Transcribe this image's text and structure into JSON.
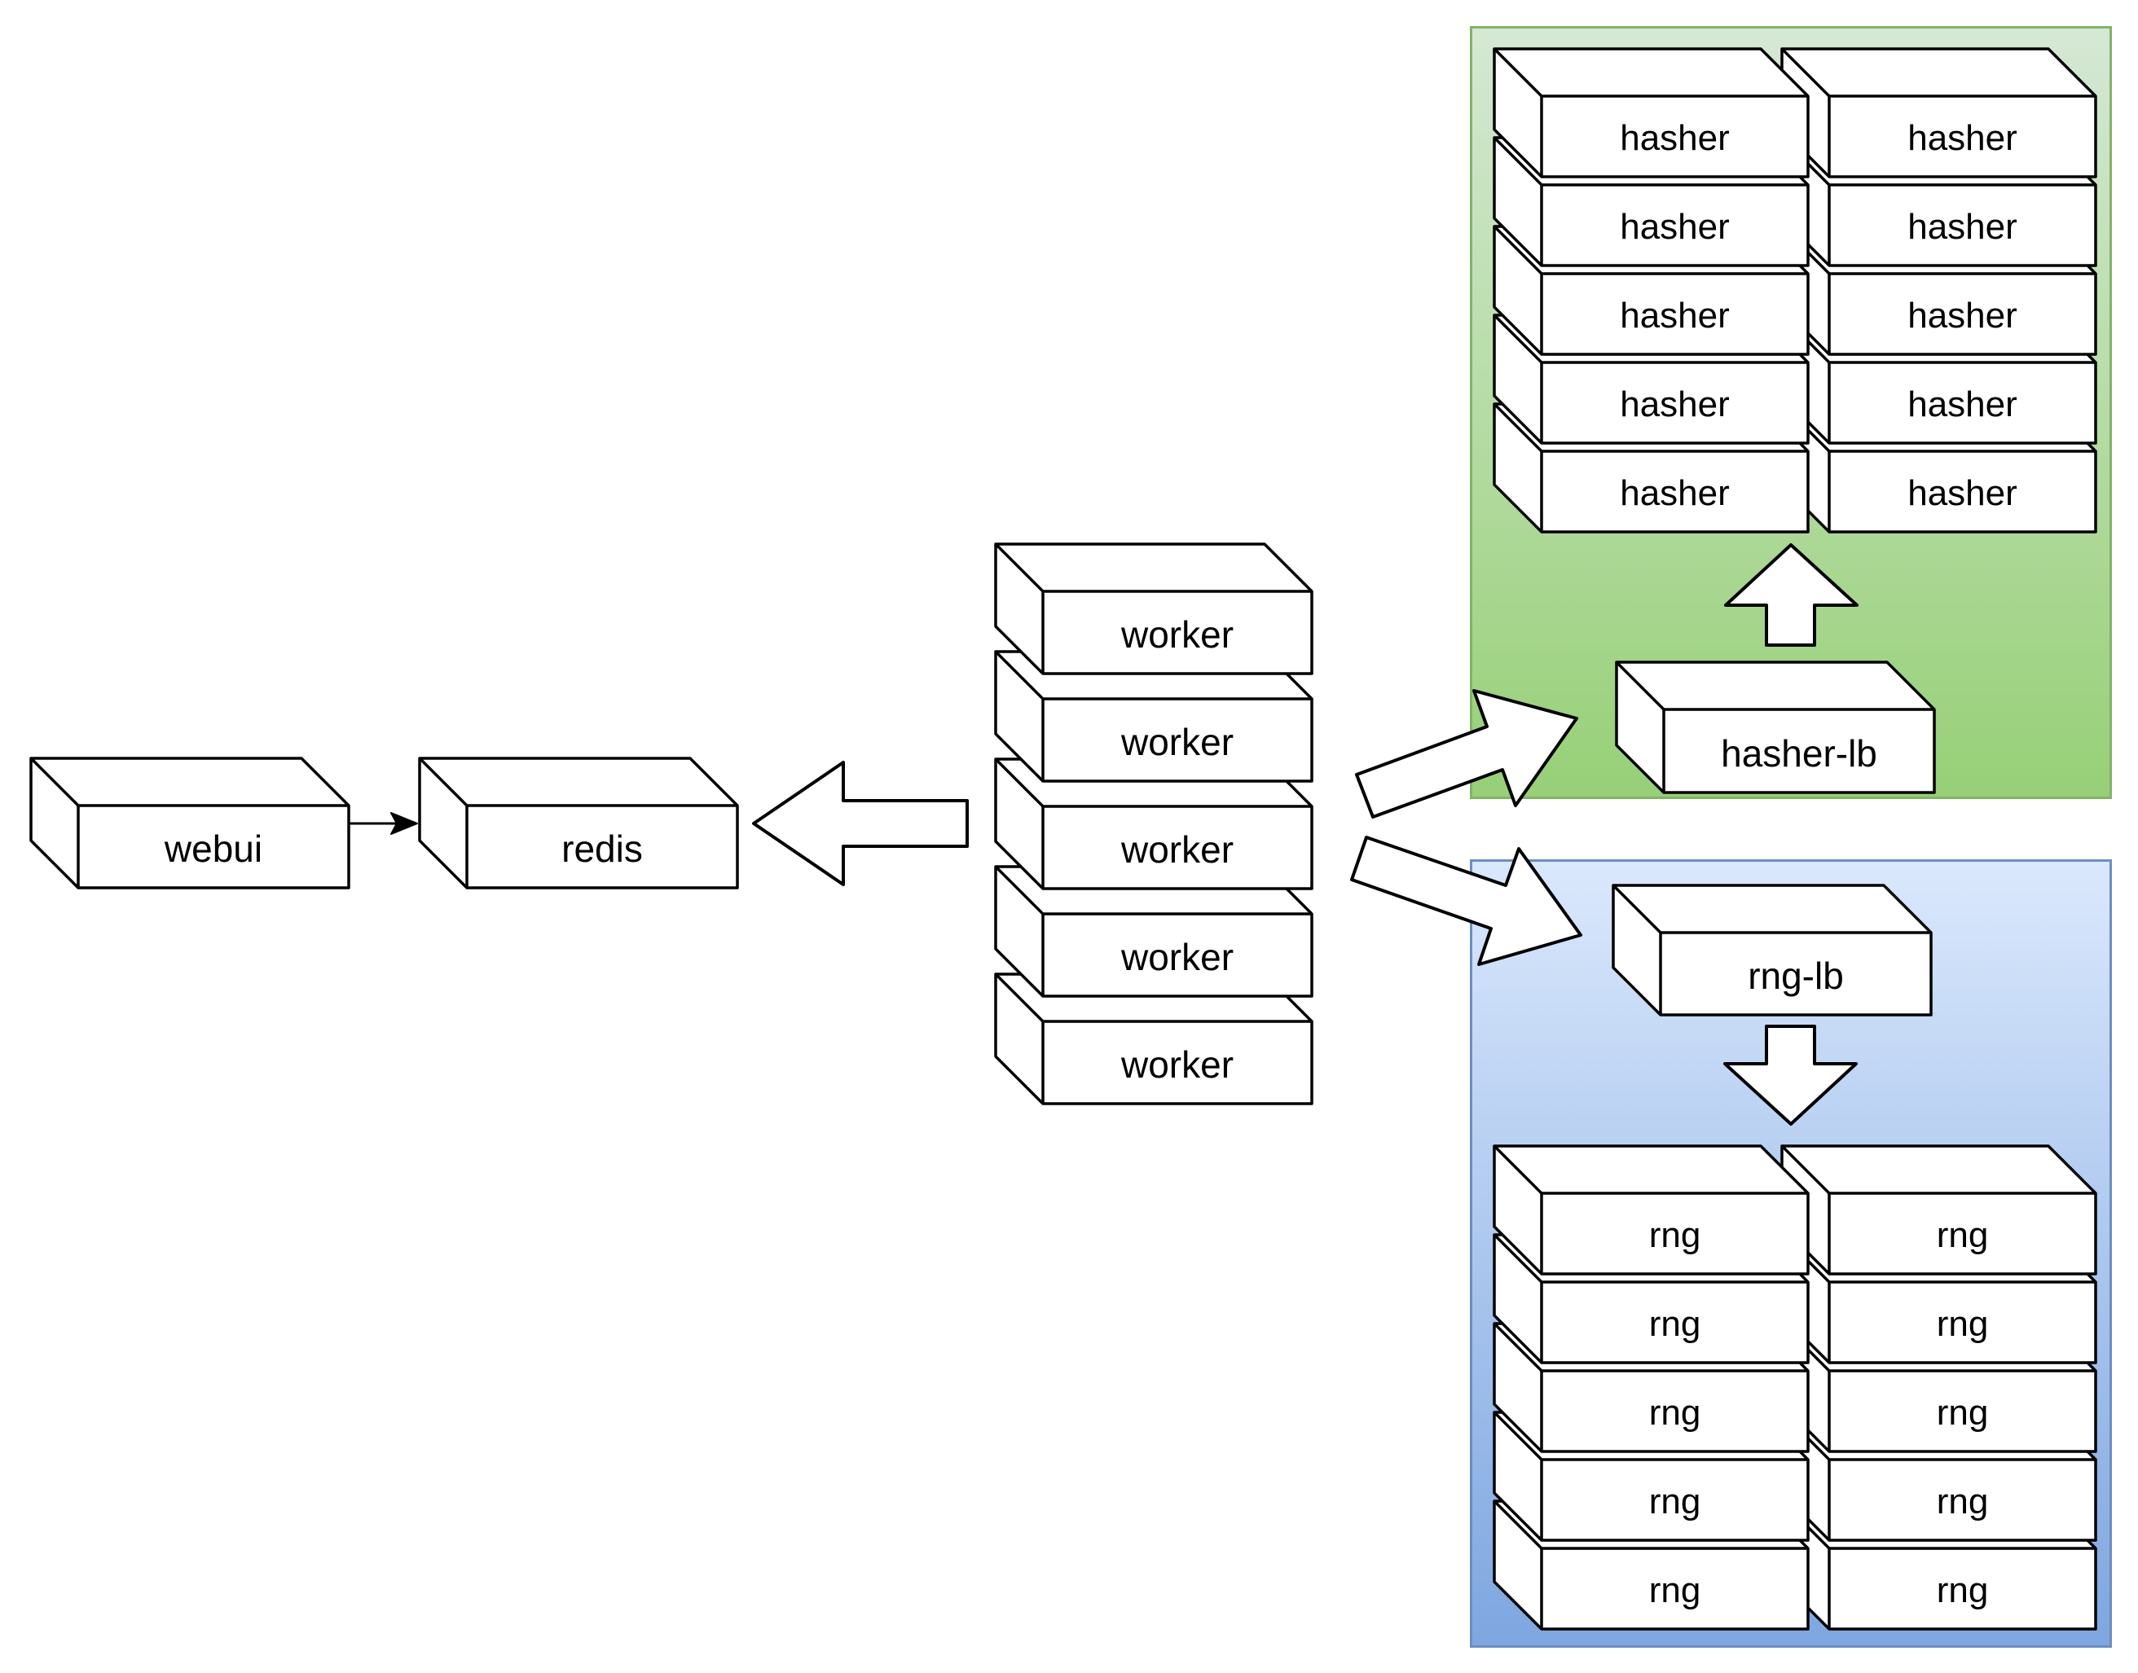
{
  "diagram": {
    "nodes": {
      "webui": "webui",
      "redis": "redis",
      "hasher_lb": "hasher-lb",
      "rng_lb": "rng-lb"
    },
    "stacks": {
      "workers": [
        "worker",
        "worker",
        "worker",
        "worker",
        "worker"
      ],
      "hashers_col1": [
        "hasher",
        "hasher",
        "hasher",
        "hasher",
        "hasher"
      ],
      "hashers_col2": [
        "hasher",
        "hasher",
        "hasher",
        "hasher",
        "hasher"
      ],
      "rngs_col1": [
        "rng",
        "rng",
        "rng",
        "rng",
        "rng"
      ],
      "rngs_col2": [
        "rng",
        "rng",
        "rng",
        "rng",
        "rng"
      ]
    },
    "groups": {
      "hasher_group": {
        "fill_top": "#d5e8d4",
        "fill_bottom": "#97d077",
        "stroke": "#82b366"
      },
      "rng_group": {
        "fill_top": "#dae8fc",
        "fill_bottom": "#7ea6e0",
        "stroke": "#6c8ebf"
      }
    },
    "style_colors": {
      "background": "#ffffff",
      "node_fill": "#ffffff",
      "node_stroke": "#000000",
      "arrow_fill": "#ffffff",
      "arrow_stroke": "#000000",
      "text_color": "#000000"
    }
  }
}
